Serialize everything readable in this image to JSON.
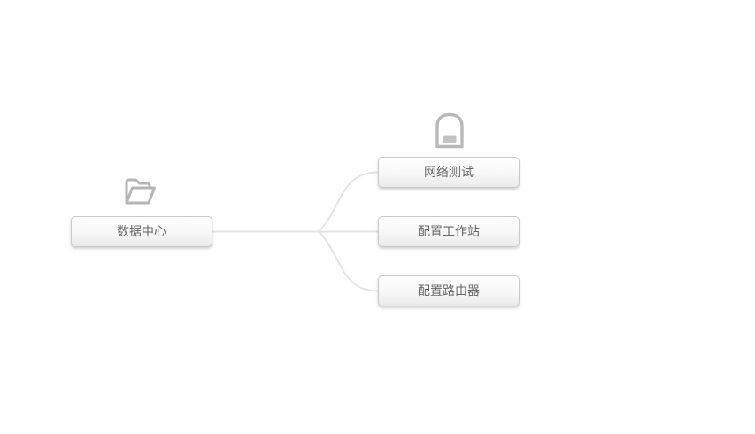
{
  "diagram": {
    "type": "mindmap",
    "background_color": "#ffffff",
    "connector_color": "#e3e3e3",
    "node_style": {
      "border_color": "#c9c9c9",
      "fill_top": "#ffffff",
      "fill_bottom": "#eaeaea",
      "text_color": "#666666"
    },
    "icon_color": "#b5b5b5",
    "root": {
      "label": "数据中心",
      "icon": "folder-icon"
    },
    "children": [
      {
        "label": "网络测试",
        "icon": "lock-icon"
      },
      {
        "label": "配置工作站",
        "icon": ""
      },
      {
        "label": "配置路由器",
        "icon": ""
      }
    ]
  }
}
